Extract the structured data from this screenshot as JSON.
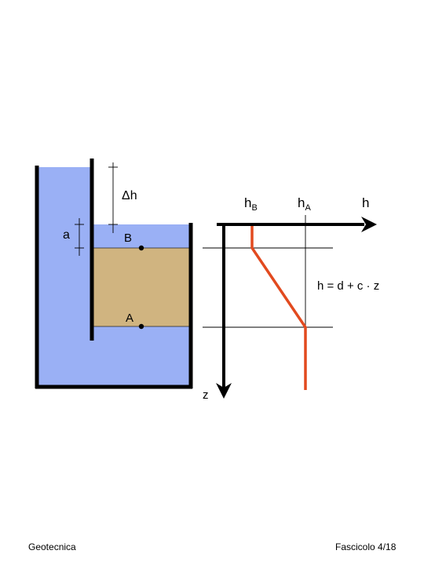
{
  "colors": {
    "water": "#9ab0f5",
    "soil": "#d0b480",
    "wall": "#000000",
    "head_line": "#e24a1f"
  },
  "labels": {
    "delta_h": "Δh",
    "a": "a",
    "B": "B",
    "A": "A",
    "h_B_main": "h",
    "h_B_sub": "B",
    "h_A_main": "h",
    "h_A_sub": "A",
    "h_axis": "h",
    "z_axis": "z",
    "equation": "h = d + c · z"
  },
  "footer": {
    "left": "Geotecnica",
    "right": "Fascicolo 4/18"
  }
}
